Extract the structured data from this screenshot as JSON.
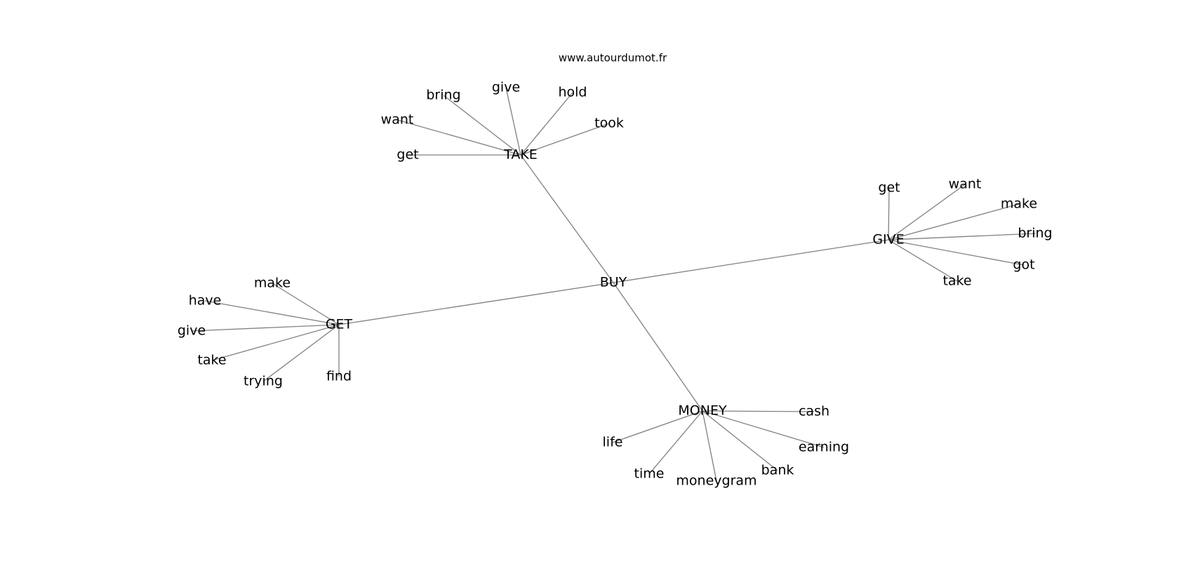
{
  "watermark": "www.autourdumot.fr",
  "center": {
    "id": "BUY",
    "label": "BUY"
  },
  "clusters": [
    {
      "id": "TAKE",
      "label": "TAKE",
      "leaves": [
        "bring",
        "give",
        "hold",
        "want",
        "took",
        "get"
      ]
    },
    {
      "id": "GIVE",
      "label": "GIVE",
      "leaves": [
        "get",
        "want",
        "make",
        "bring",
        "got",
        "take"
      ]
    },
    {
      "id": "GET",
      "label": "GET",
      "leaves": [
        "make",
        "have",
        "give",
        "take",
        "trying",
        "find"
      ]
    },
    {
      "id": "MONEY",
      "label": "MONEY",
      "leaves": [
        "cash",
        "life",
        "earning",
        "time",
        "moneygram",
        "bank"
      ]
    }
  ]
}
